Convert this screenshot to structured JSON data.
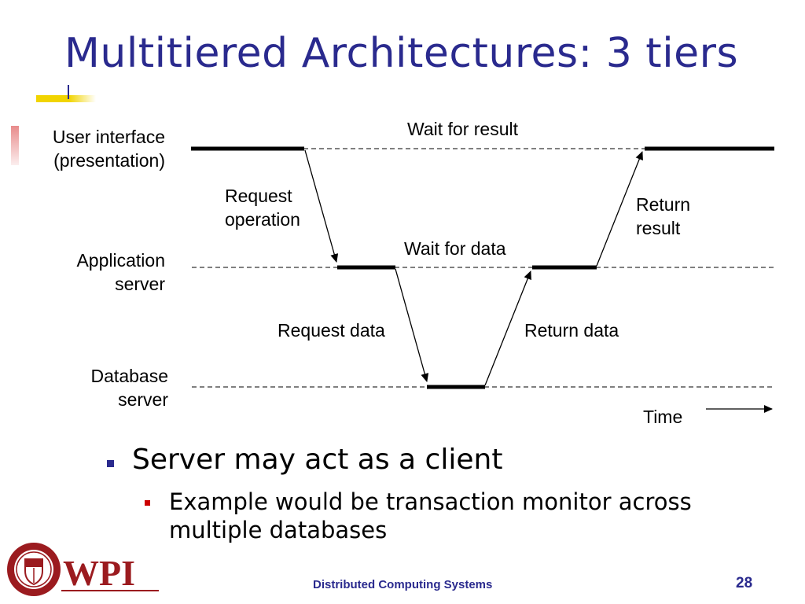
{
  "slide": {
    "title": "Multitiered Architectures: 3 tiers"
  },
  "diagram": {
    "tiers": [
      {
        "line1": "User interface",
        "line2": "(presentation)"
      },
      {
        "line1": "Application",
        "line2": "server"
      },
      {
        "line1": "Database",
        "line2": "server"
      }
    ],
    "labels": {
      "wait_for_result": "Wait for result",
      "request_operation_1": "Request",
      "request_operation_2": "operation",
      "return_result_1": "Return",
      "return_result_2": "result",
      "wait_for_data": "Wait for data",
      "request_data": "Request data",
      "return_data": "Return data",
      "time": "Time"
    }
  },
  "bullets": [
    {
      "text": "Server may act as a client",
      "children": [
        {
          "text": "Example would be transaction monitor across multiple databases"
        }
      ]
    }
  ],
  "footer": {
    "course": "Distributed Computing Systems",
    "page_number": "28",
    "logo_text": "WPI"
  },
  "colors": {
    "title": "#2a2a8e",
    "bullet_l1": "#2a2a8e",
    "bullet_l2": "#cc0000",
    "logo": "#9b1b1f",
    "accent_yellow": "#f1d400"
  }
}
